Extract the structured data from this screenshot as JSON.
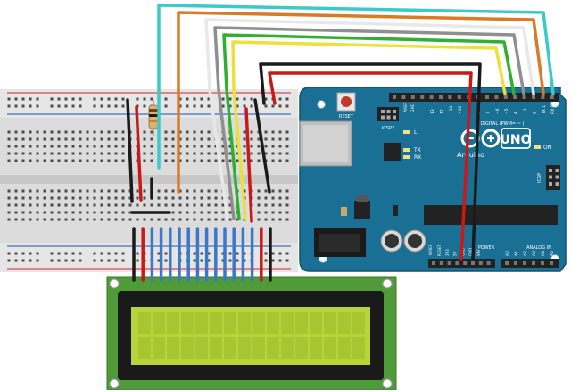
{
  "arduino": {
    "logo_word": "UNO",
    "brand_word": "Arduino",
    "reset_label": "RESET",
    "icsp2_label": "ICSP2",
    "icsp_label": "ICSP",
    "led_labels": [
      "L",
      "TX",
      "RX",
      "ON"
    ],
    "digital_header_label": "DIGITAL (PWM= ~ )",
    "aref_label": "AREF",
    "gnd_label": "GND",
    "digital_pins": [
      "13",
      "12",
      "~11",
      "~10",
      "~9",
      "8",
      "7",
      "~6",
      "~5",
      "4",
      "~3",
      "2",
      "TX 1",
      "RX 0"
    ],
    "ioref_label": "IOREF",
    "power_label": "POWER",
    "power_pins": [
      "RESET",
      "3V3",
      "5V",
      "GND",
      "GND",
      "VIN"
    ],
    "analog_label": "ANALOG IN",
    "analog_pins": [
      "A0",
      "A1",
      "A2",
      "A3",
      "A4",
      "A5"
    ]
  },
  "colors": {
    "arduino_board": "#1a6f95",
    "lcd_board": "#4f9b3a",
    "lcd_screen": "#b7d43a",
    "wire_cyan": "#3cc9c8",
    "wire_orange": "#d97a25",
    "wire_white": "#e8e8e8",
    "wire_gray": "#8f8f8f",
    "wire_green": "#2fb02f",
    "wire_yellow": "#e8e23a",
    "wire_black": "#1a1a1a",
    "wire_red": "#c81818",
    "wire_blue": "#3b78c9"
  }
}
